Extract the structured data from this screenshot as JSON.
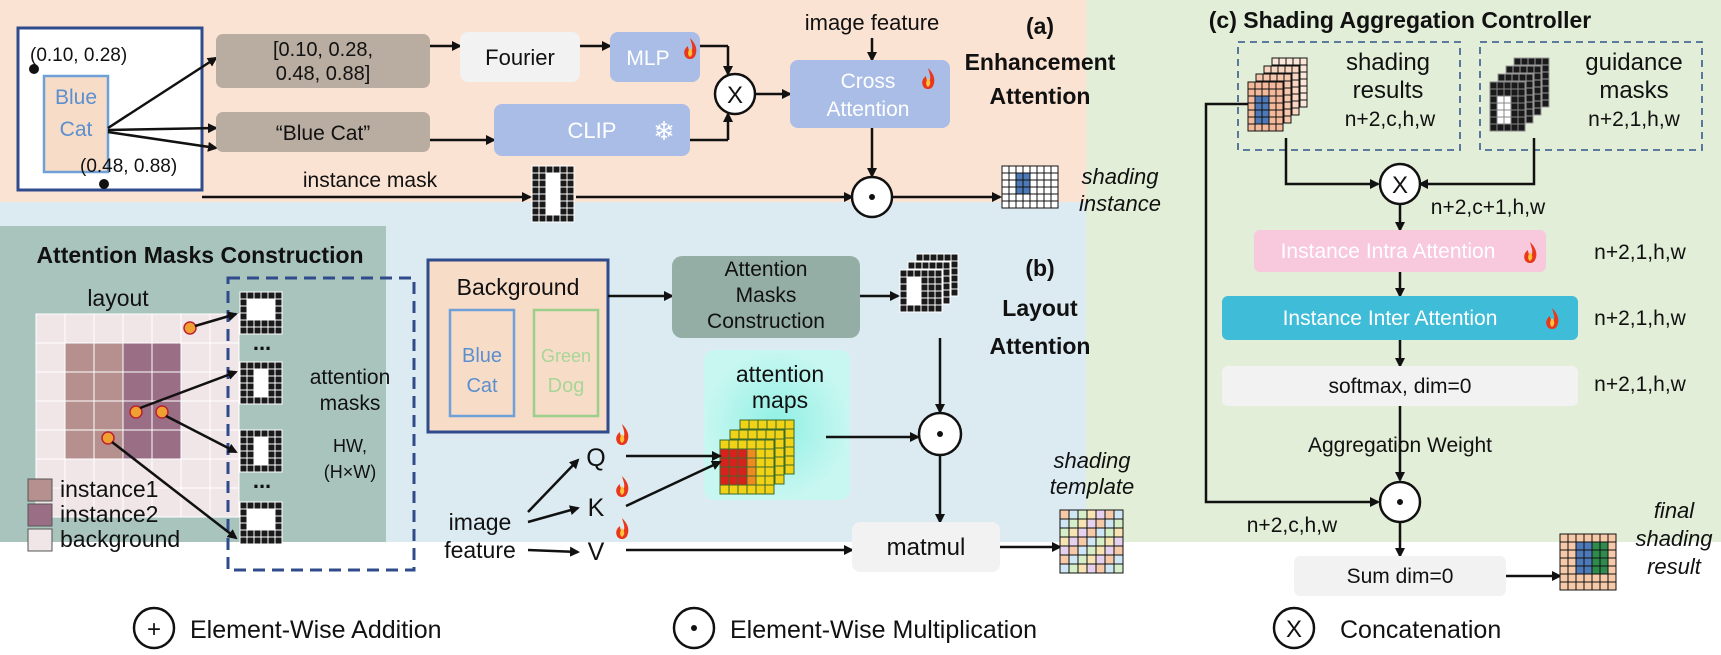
{
  "panel_a": {
    "label": "(a)",
    "title_line1": "Enhancement",
    "title_line2": "Attention",
    "box_label_line1": "Blue",
    "box_label_line2": "Cat",
    "coord_tl": "(0.10, 0.28)",
    "coord_br": "(0.48, 0.88)",
    "bbox_line1": "[0.10, 0.28,",
    "bbox_line2": "0.48, 0.88]",
    "caption_text": "“Blue Cat”",
    "fourier": "Fourier",
    "mlp": "MLP",
    "clip": "CLIP",
    "concat_symbol": "X",
    "image_feature": "image feature",
    "cross_line1": "Cross",
    "cross_line2": "Attention",
    "instance_mask": "instance mask",
    "mult_symbol": "·",
    "shading_line1": "shading",
    "shading_line2": "instance"
  },
  "panel_b": {
    "label": "(b)",
    "title_line1": "Layout",
    "title_line2": "Attention",
    "amc_title": "Attention Masks Construction",
    "layout": "layout",
    "dots_top": "...",
    "dots_bottom": "...",
    "attention_masks_line1": "attention",
    "attention_masks_line2": "masks",
    "hw_line1": "HW,",
    "hw_line2": "(H×W)",
    "legend": [
      {
        "label": "instance1",
        "color": "#b5908f"
      },
      {
        "label": "instance2",
        "color": "#9a6e84"
      },
      {
        "label": "background",
        "color": "#f0e6e8"
      }
    ],
    "background": "Background",
    "blue_line1": "Blue",
    "blue_line2": "Cat",
    "green_line1": "Green",
    "green_line2": "Dog",
    "amc_box_line1": "Attention",
    "amc_box_line2": "Masks",
    "amc_box_line3": "Construction",
    "attn_maps_line1": "attention",
    "attn_maps_line2": "maps",
    "q": "Q",
    "k": "K",
    "v": "V",
    "image_feature_line1": "image",
    "image_feature_line2": "feature",
    "matmul": "matmul",
    "mult_symbol": "·",
    "shading_template_line1": "shading",
    "shading_template_line2": "template"
  },
  "panel_c": {
    "title": "(c) Shading Aggregation Controller",
    "shading_results_line1": "shading",
    "shading_results_line2": "results",
    "shading_results_dims": "n+2,c,h,w",
    "guidance_line1": "guidance",
    "guidance_line2": "masks",
    "guidance_dims": "n+2,1,h,w",
    "concat_symbol": "X",
    "concat_dims": "n+2,c+1,h,w",
    "intra": "Instance Intra Attention",
    "intra_dims": "n+2,1,h,w",
    "inter": "Instance Inter Attention",
    "inter_dims": "n+2,1,h,w",
    "softmax": "softmax, dim=0",
    "softmax_dims": "n+2,1,h,w",
    "agg_weight": "Aggregation Weight",
    "mult_symbol": "·",
    "left_dims": "n+2,c,h,w",
    "sum": "Sum dim=0",
    "final_line1": "final",
    "final_line2": "shading",
    "final_line3": "result"
  },
  "legend_bottom": [
    {
      "symbol": "+",
      "label": "Element-Wise Addition"
    },
    {
      "symbol": "·",
      "label": "Element-Wise Multiplication"
    },
    {
      "symbol": "X",
      "label": "Concatenation"
    }
  ]
}
